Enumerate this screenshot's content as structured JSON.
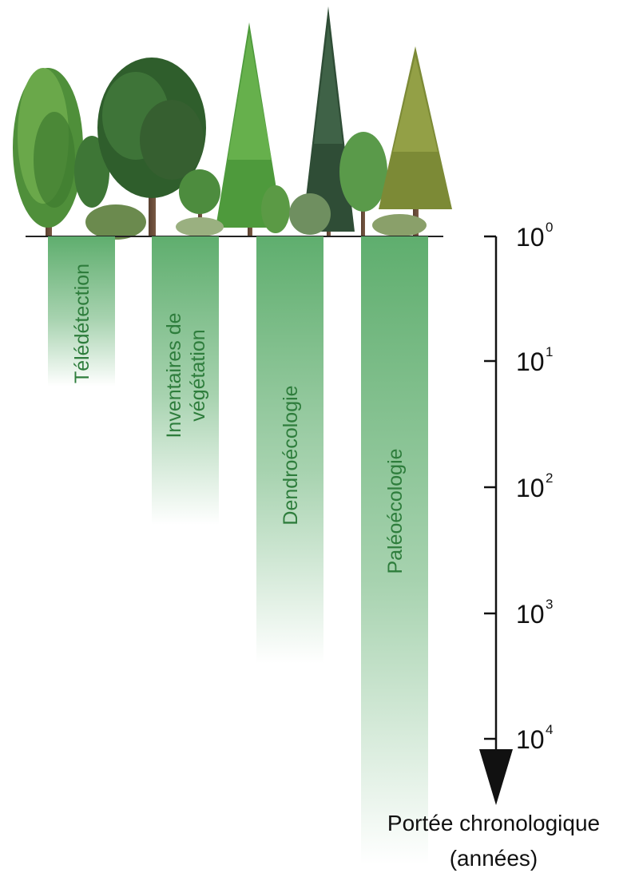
{
  "diagram": {
    "methods": [
      {
        "label_lines": [
          "Télédétection"
        ],
        "max_years_exponent": 1.2
      },
      {
        "label_lines": [
          "Inventaires de",
          "végétation"
        ],
        "max_years_exponent": 2.3
      },
      {
        "label_lines": [
          "Dendroécologie"
        ],
        "max_years_exponent": 3.4
      },
      {
        "label_lines": [
          "Paléoécologie"
        ],
        "max_years_exponent": 5.0
      }
    ],
    "axis": {
      "ticks": [
        {
          "base": "10",
          "exponent": "0"
        },
        {
          "base": "10",
          "exponent": "1"
        },
        {
          "base": "10",
          "exponent": "2"
        },
        {
          "base": "10",
          "exponent": "3"
        },
        {
          "base": "10",
          "exponent": "4"
        }
      ],
      "title_lines": [
        "Portée chronologique",
        "(années)"
      ]
    },
    "colors": {
      "bar_green": "#5fae6e",
      "label_green": "#2e7d3c",
      "axis": "#111111"
    }
  }
}
